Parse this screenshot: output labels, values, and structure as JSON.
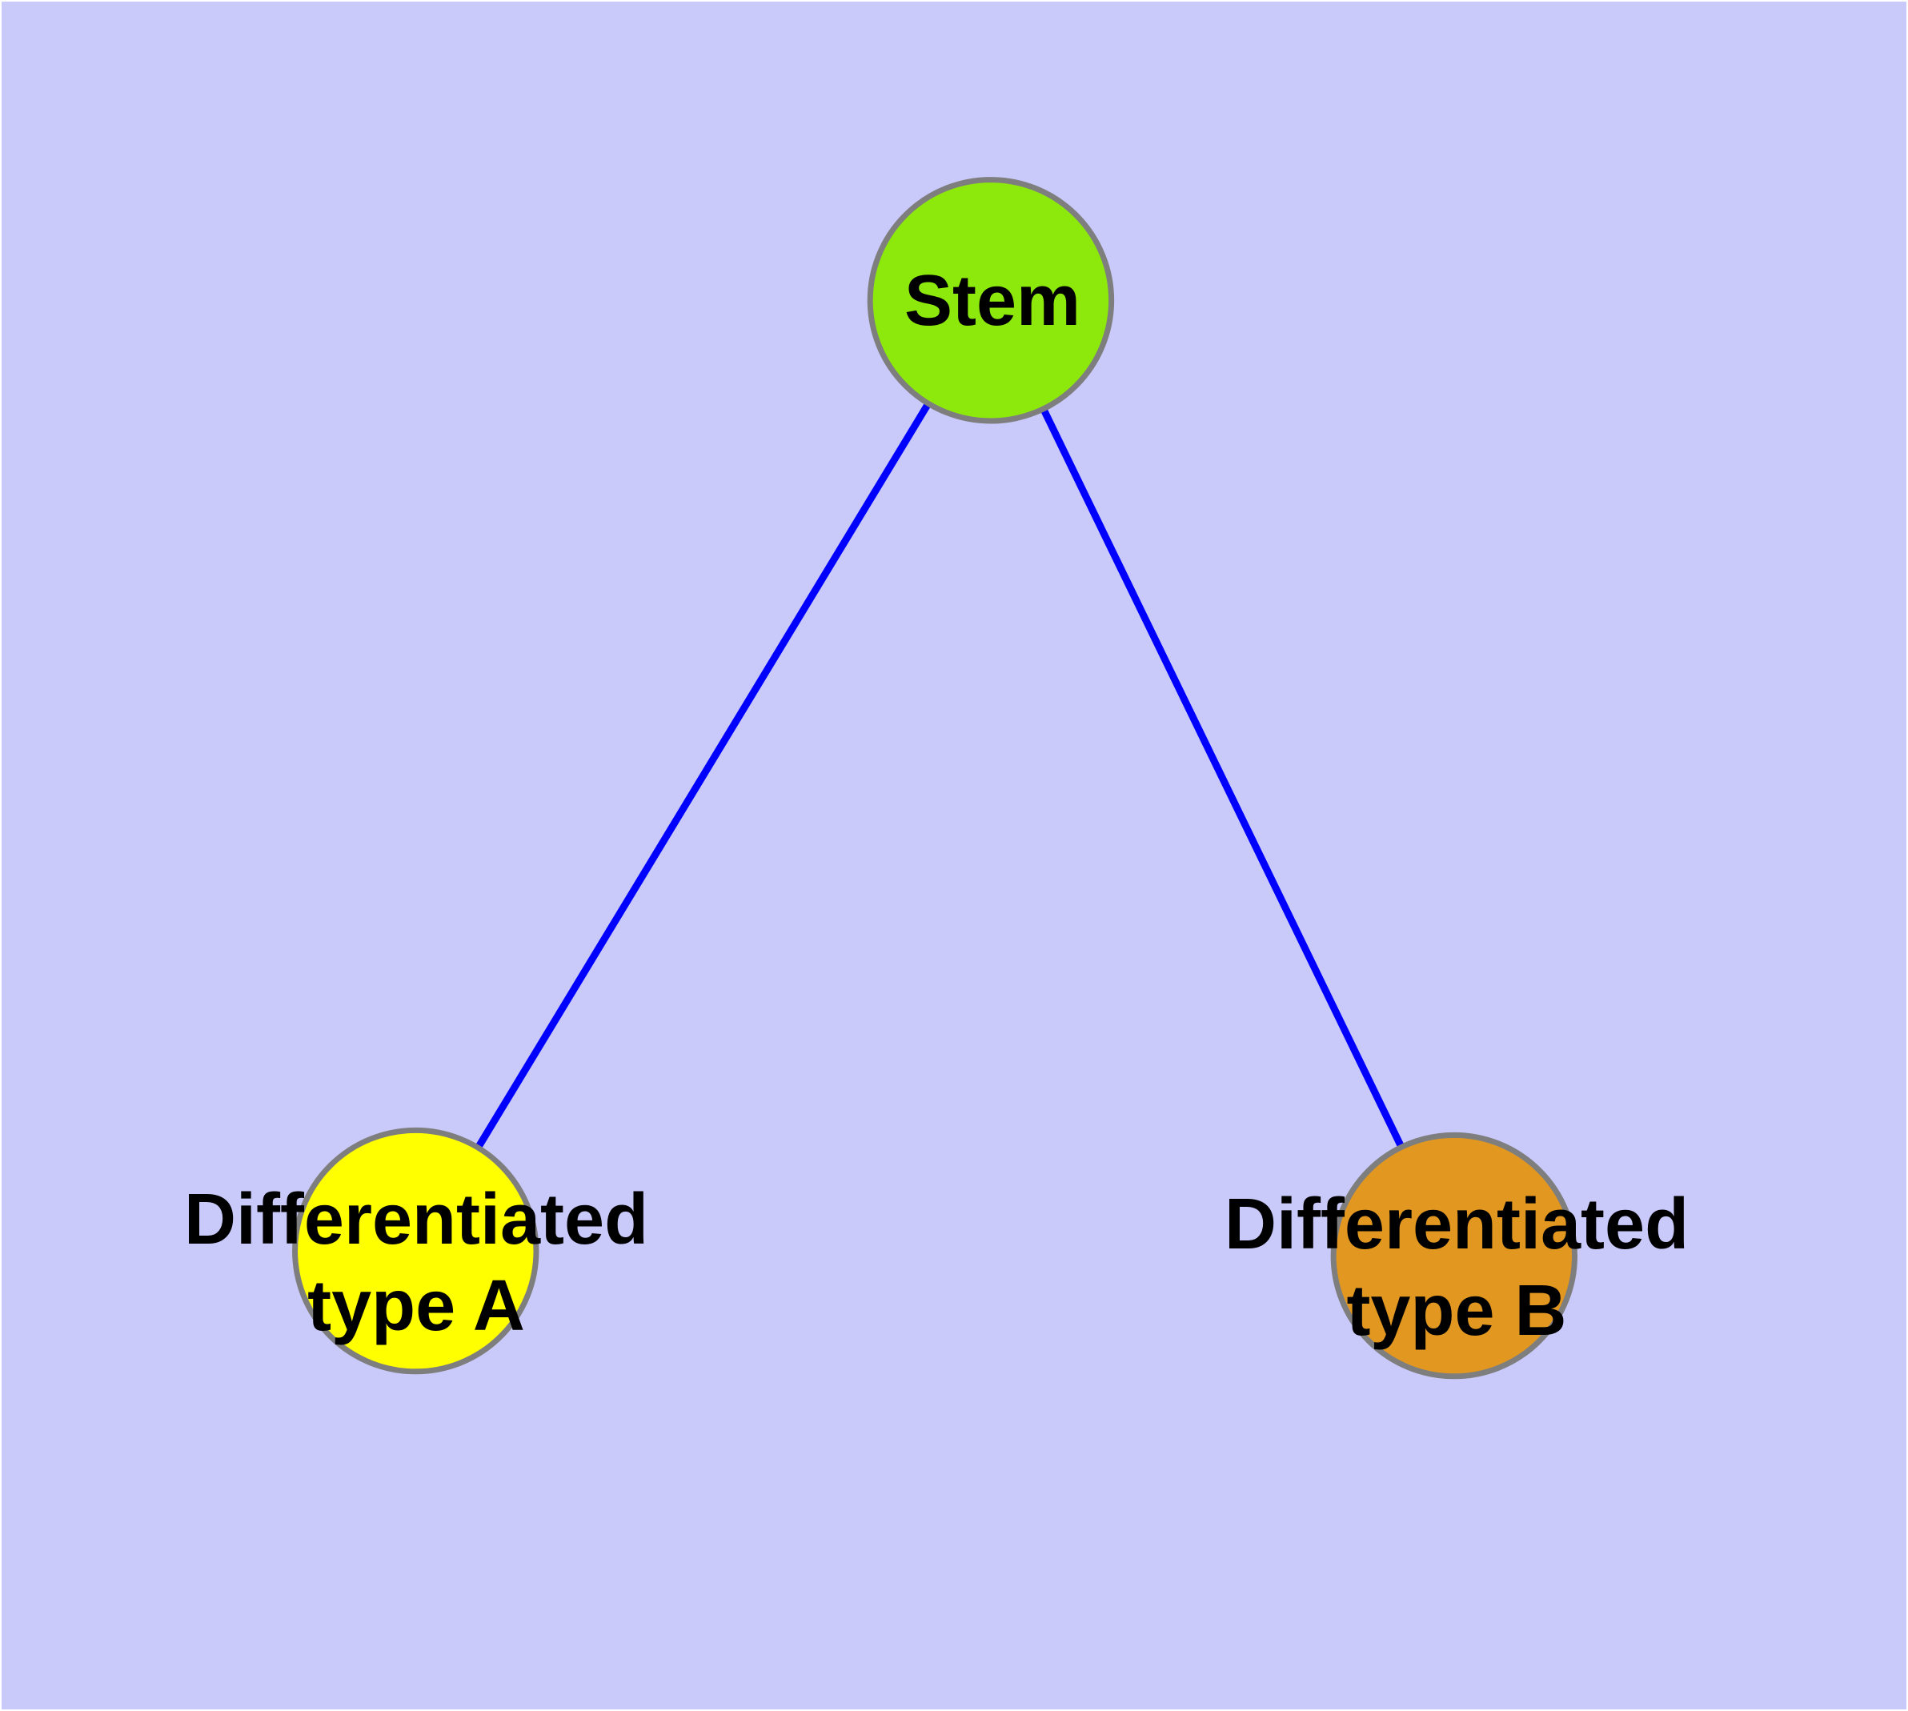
{
  "diagram": {
    "type": "node-link-diagram",
    "background_color": "#C9C9FA",
    "edge_color": "#0000FF",
    "node_border_color": "#7E7E7E",
    "text_color": "#000000",
    "nodes": [
      {
        "id": "stem",
        "label": "Stem",
        "lines": [
          "Stem"
        ],
        "fill": "#8DE90C"
      },
      {
        "id": "differentiated-type-a",
        "label": "Differentiated type A",
        "lines": [
          "Differentiated",
          "type A"
        ],
        "fill": "#FFFF00"
      },
      {
        "id": "differentiated-type-b",
        "label": "Differentiated type B",
        "lines": [
          "Differentiated",
          "type B"
        ],
        "fill": "#E29820"
      }
    ],
    "edges": [
      {
        "from": "stem",
        "to": "differentiated-type-a"
      },
      {
        "from": "stem",
        "to": "differentiated-type-b"
      }
    ]
  }
}
